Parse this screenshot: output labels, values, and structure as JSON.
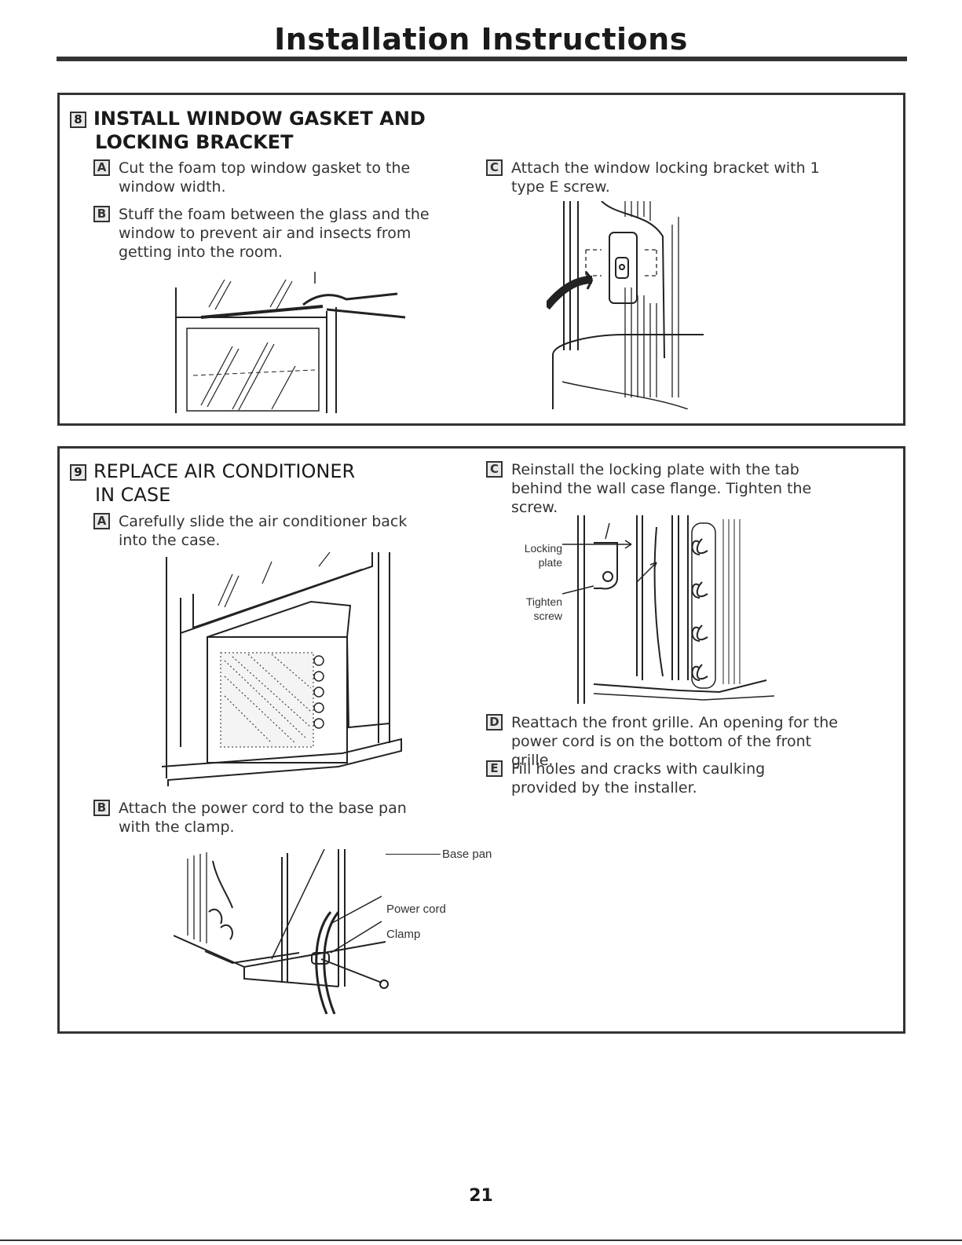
{
  "page": {
    "title": "Installation Instructions",
    "page_number": "21"
  },
  "section8": {
    "number": "8",
    "title_line1": "INSTALL WINDOW GASKET AND",
    "title_line2": "LOCKING BRACKET",
    "steps": [
      {
        "letter": "A",
        "text": "Cut the foam top window gasket to the window width."
      },
      {
        "letter": "B",
        "text": "Stuff the foam between the glass and the window to prevent air and insects from getting into the room."
      },
      {
        "letter": "C",
        "text": "Attach the window locking bracket with 1 type E screw."
      }
    ]
  },
  "section9": {
    "number": "9",
    "title_line1": "REPLACE AIR CONDITIONER",
    "title_line2": "IN CASE",
    "steps": [
      {
        "letter": "A",
        "text": "Carefully slide the air conditioner back into the case."
      },
      {
        "letter": "B",
        "text": "Attach the power cord to the base pan with the clamp."
      },
      {
        "letter": "C",
        "text": "Reinstall the locking plate with the tab behind the wall case flange. Tighten the screw."
      },
      {
        "letter": "D",
        "text": "Reattach the front grille. An opening for the power cord is on the bottom of the front grille."
      },
      {
        "letter": "E",
        "text": "Fill holes and cracks with caulking provided by the installer."
      }
    ],
    "callouts": {
      "locking_plate_1": "Locking",
      "locking_plate_2": "plate",
      "tighten_screw_1": "Tighten",
      "tighten_screw_2": "screw",
      "base_pan": "Base pan",
      "power_cord": "Power cord",
      "clamp": "Clamp"
    }
  }
}
